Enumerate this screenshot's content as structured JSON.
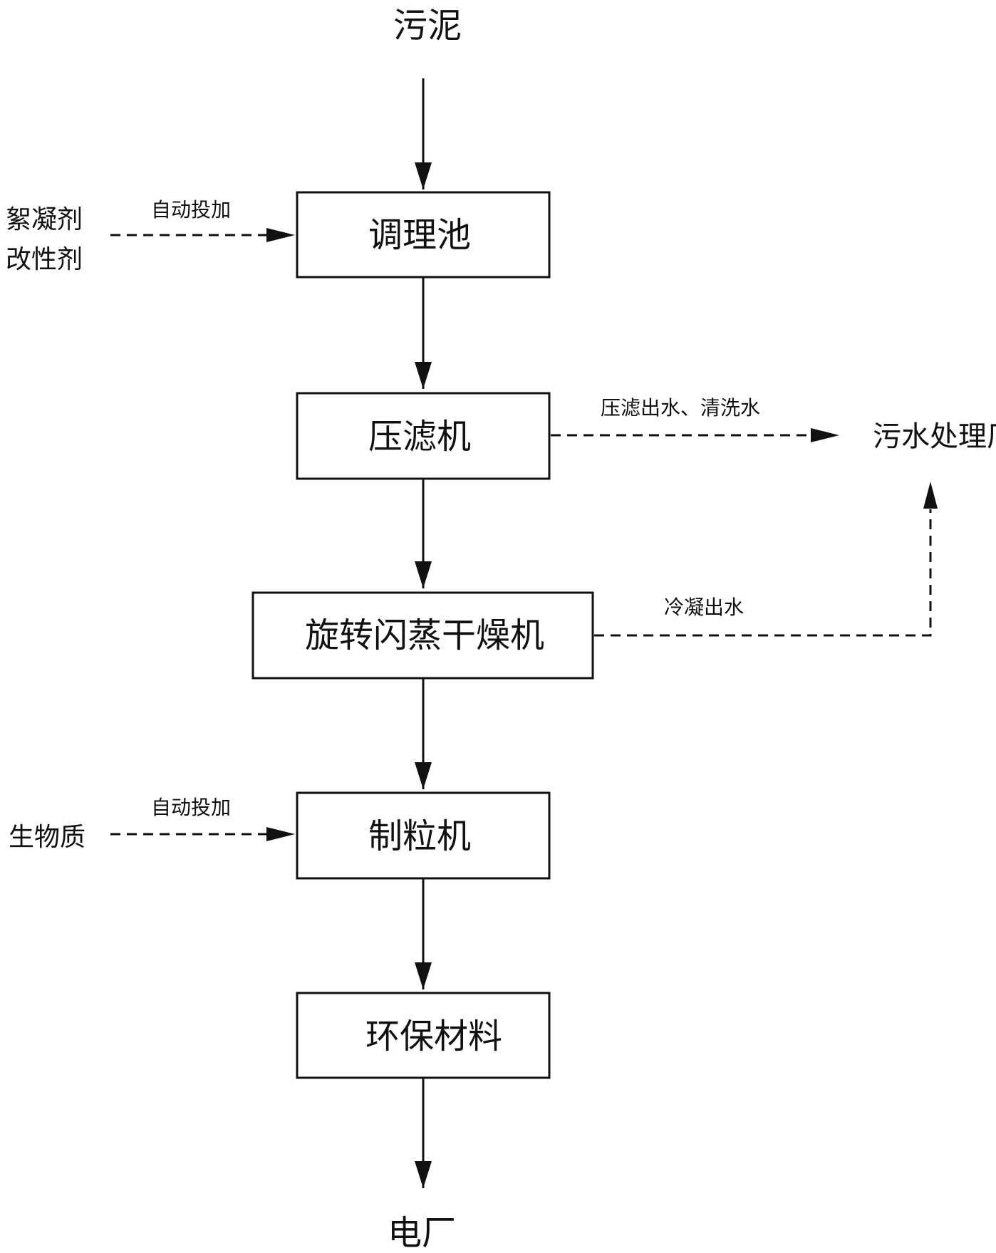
{
  "inputs": {
    "sludge": "污泥",
    "flocculant": "絮凝剂",
    "modifier": "改性剂",
    "biomass": "生物质"
  },
  "steps": {
    "conditioning_tank": "调理池",
    "filter_press": "压滤机",
    "flash_dryer": "旋转闪蒸干燥机",
    "pelletizer": "制粒机",
    "eco_material": "环保材料"
  },
  "outputs": {
    "wastewater_plant": "污水处理厂",
    "power_plant": "电厂"
  },
  "edge_labels": {
    "auto_dosing_1": "自动投加",
    "auto_dosing_2": "自动投加",
    "press_water": "压滤出水、清洗水",
    "condensate": "冷凝出水"
  }
}
